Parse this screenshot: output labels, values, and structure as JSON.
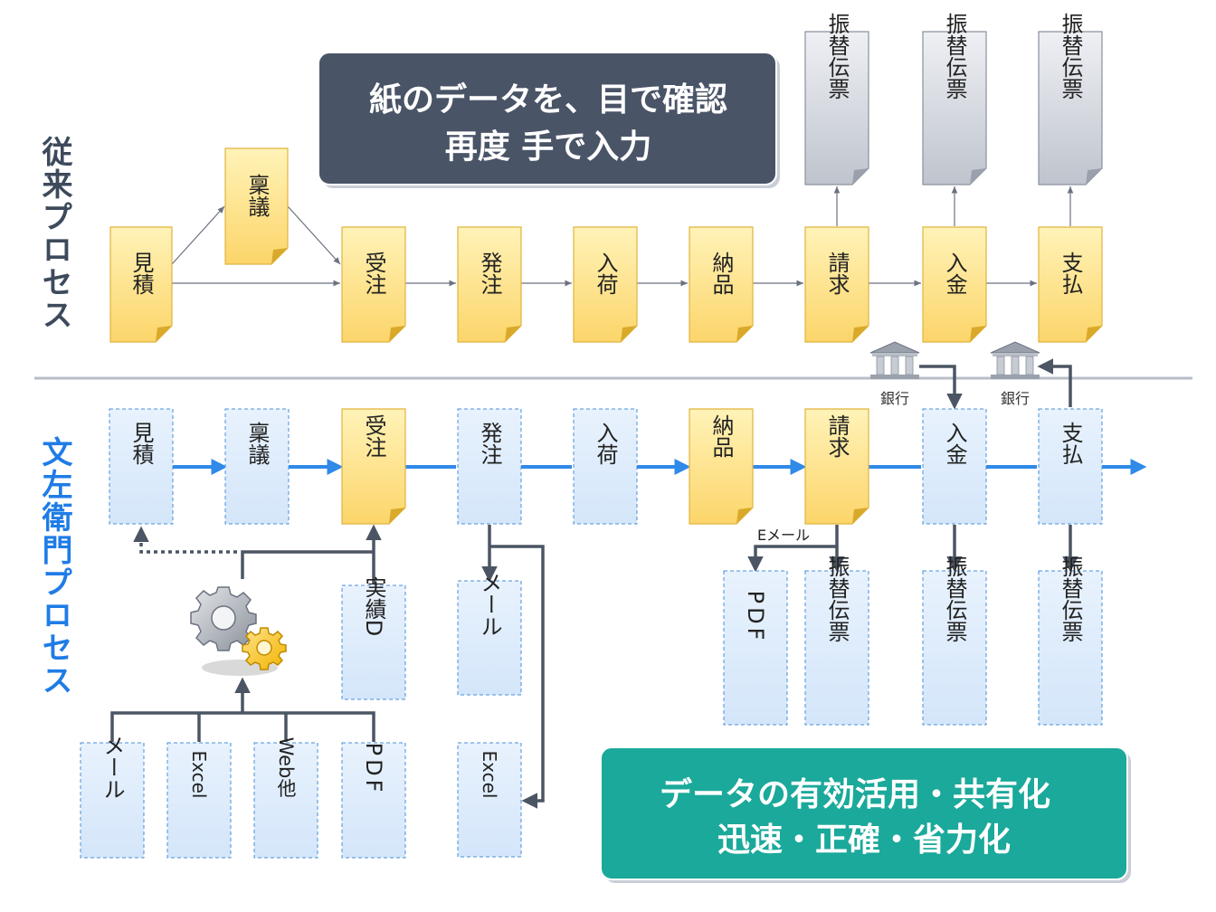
{
  "sections": {
    "traditional": {
      "label": "従来プロセス",
      "color": "#3d4a5c"
    },
    "bunzaemon": {
      "label": "文左衛門プロセス",
      "color": "#1f7ce6"
    }
  },
  "top_process": {
    "doc_mitsumori": "見積",
    "doc_ringi": "稟議",
    "doc_juchu": "受注",
    "doc_hacchu": "発注",
    "doc_nyuka": "入荷",
    "doc_nohin": "納品",
    "doc_seikyu": "請求",
    "doc_nyukin": "入金",
    "doc_shiharai": "支払",
    "voucher": "振替伝票"
  },
  "callouts": {
    "paper": {
      "line1": "紙のデータを、目で確認",
      "line2": "再度 手で入力"
    },
    "data": {
      "line1": "データの有効活用・共有化",
      "line2": "迅速・正確・省力化"
    }
  },
  "bottom_process": {
    "doc_mitsumori": "見積",
    "doc_ringi": "稟議",
    "doc_juchu": "受注",
    "doc_hacchu": "発注",
    "doc_nyuka": "入荷",
    "doc_nohin": "納品",
    "doc_seikyu": "請求",
    "doc_nyukin": "入金",
    "doc_shiharai": "支払",
    "jisseki": "実績D",
    "mail_out": "メール",
    "excel_out": "Excel",
    "pdf_out": "PDF",
    "voucher": "振替伝票",
    "inputs": [
      "メール",
      "Excel",
      "Web他",
      "PDF"
    ],
    "emaillabel": "Eメール",
    "bank_label": "銀行"
  },
  "icons": [
    "bank-icon",
    "gear-icon"
  ],
  "colors": {
    "note_fill": "#fde68c",
    "dashed_fill": "#dcebfb",
    "voucher_fill": "#d2d6de",
    "flow_blue": "#2f8ae8",
    "connector": "#4b5563",
    "teal": "#1aa99a",
    "slate": "#4a5467"
  }
}
